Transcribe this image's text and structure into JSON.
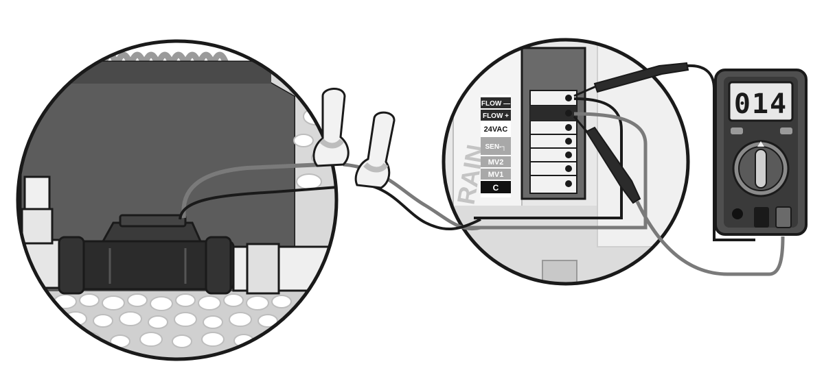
{
  "terminal_labels": [
    "FLOW —",
    "FLOW +",
    "24VAC",
    "SEN-┐",
    "MV2",
    "MV1",
    "C"
  ],
  "brand_text": "RAIN",
  "meter_display": "014",
  "colors": {
    "outline": "#1a1a1a",
    "housing_dark": "#5c5c5c",
    "sensor_body": "#2b2b2b",
    "wire_gray": "#7a7a7a",
    "pipe": "#e6e6e6"
  },
  "icons": [
    "flow-sensor-icon",
    "wire-nut-icon",
    "test-probe-icon",
    "multimeter-icon",
    "dial-knob-icon"
  ]
}
